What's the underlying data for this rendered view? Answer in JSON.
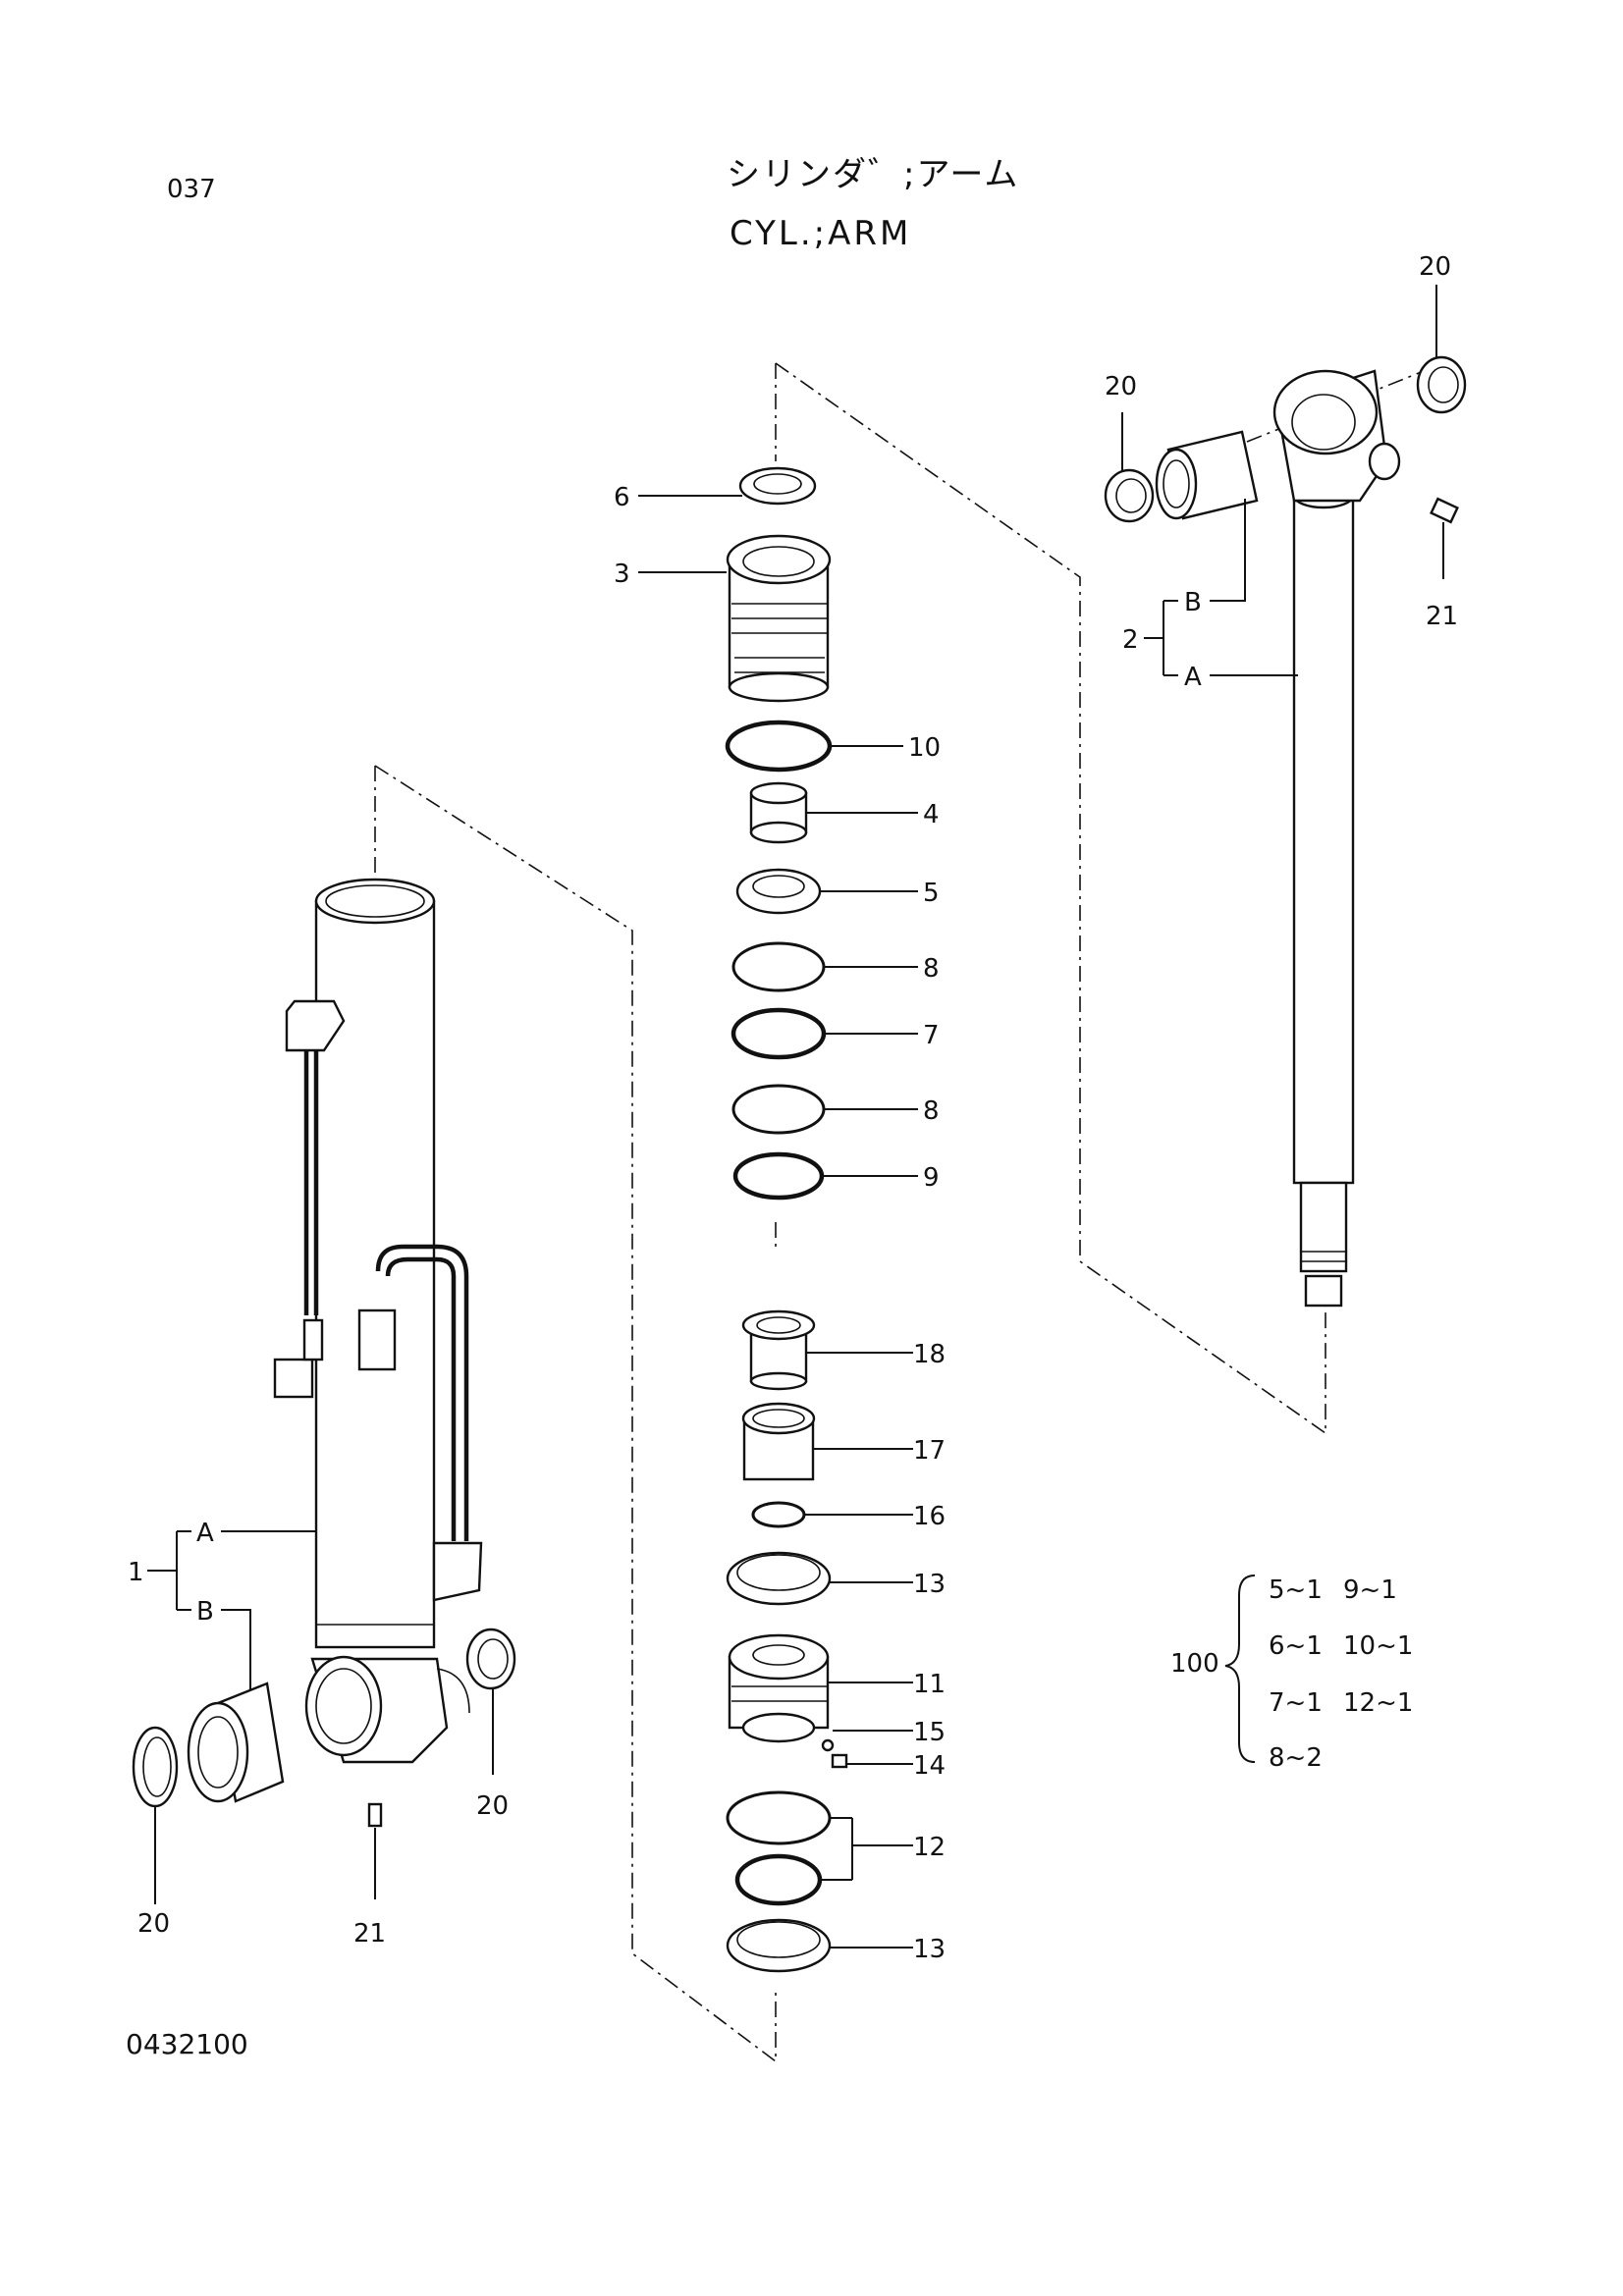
{
  "header": {
    "page_number": "037",
    "title_jp": "シリンダ゛;アーム",
    "title_en": "CYL.;ARM"
  },
  "footer": {
    "drawing_number": "0432100"
  },
  "callouts": {
    "p1": "1",
    "p1A": "A",
    "p1B": "B",
    "p2": "2",
    "p2A": "A",
    "p2B": "B",
    "p3": "3",
    "p4": "4",
    "p5": "5",
    "p6": "6",
    "p7": "7",
    "p8a": "8",
    "p8b": "8",
    "p9": "9",
    "p10": "10",
    "p11": "11",
    "p12": "12",
    "p13a": "13",
    "p13b": "13",
    "p14": "14",
    "p15": "15",
    "p16": "16",
    "p17": "17",
    "p18": "18",
    "p20a": "20",
    "p20b": "20",
    "p20c": "20",
    "p20d": "20",
    "p21a": "21",
    "p21b": "21"
  },
  "seal_kit": {
    "number": "100",
    "items": [
      "5~1",
      "9~1",
      "6~1",
      "10~1",
      "7~1",
      "12~1",
      "8~2"
    ]
  }
}
